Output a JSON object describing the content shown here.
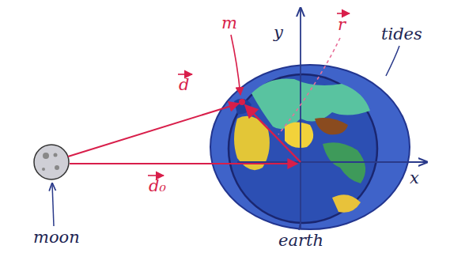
{
  "diagram": {
    "labels": [
      "m",
      "y",
      "r",
      "d",
      "tides",
      "d₀",
      "x",
      "moon",
      "earth"
    ]
  }
}
